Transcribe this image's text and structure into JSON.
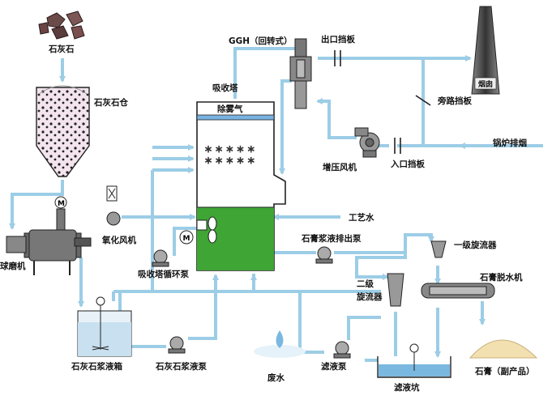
{
  "labels": {
    "limestone": "石灰石",
    "limestone_silo": "石灰石仓",
    "ball_mill": "球磨机",
    "ggh": "GGH（回转式）",
    "outlet_damper": "出口挡板",
    "chimney": "烟囱",
    "absorber": "吸收塔",
    "demister": "除雾气",
    "bypass_damper": "旁路挡板",
    "booster_fan": "增压风机",
    "inlet_damper": "入口挡板",
    "boiler_flue_gas": "锅炉排烟",
    "oxidation_fan": "氧化风机",
    "process_water": "工艺水",
    "gypsum_discharge_pump": "石膏浆液排出泵",
    "primary_cyclone": "一级旋流器",
    "recirculation_pump": "吸收塔循环泵",
    "secondary_cyclone": "二级\n旋流器",
    "gypsum_dewatering": "石膏脱水机",
    "slurry_tank": "石灰石浆液箱",
    "slurry_pump": "石灰石浆液泵",
    "wastewater": "废水",
    "filtrate_pump": "滤液泵",
    "filtrate_pit": "滤液坑",
    "gypsum_product": "石膏（副产品）",
    "motor_symbol": "M"
  },
  "colors": {
    "pipe": "#9ccde6",
    "slurry": "#3fa535",
    "chimney": "#444444",
    "gypsum": "#f2e0b0"
  }
}
